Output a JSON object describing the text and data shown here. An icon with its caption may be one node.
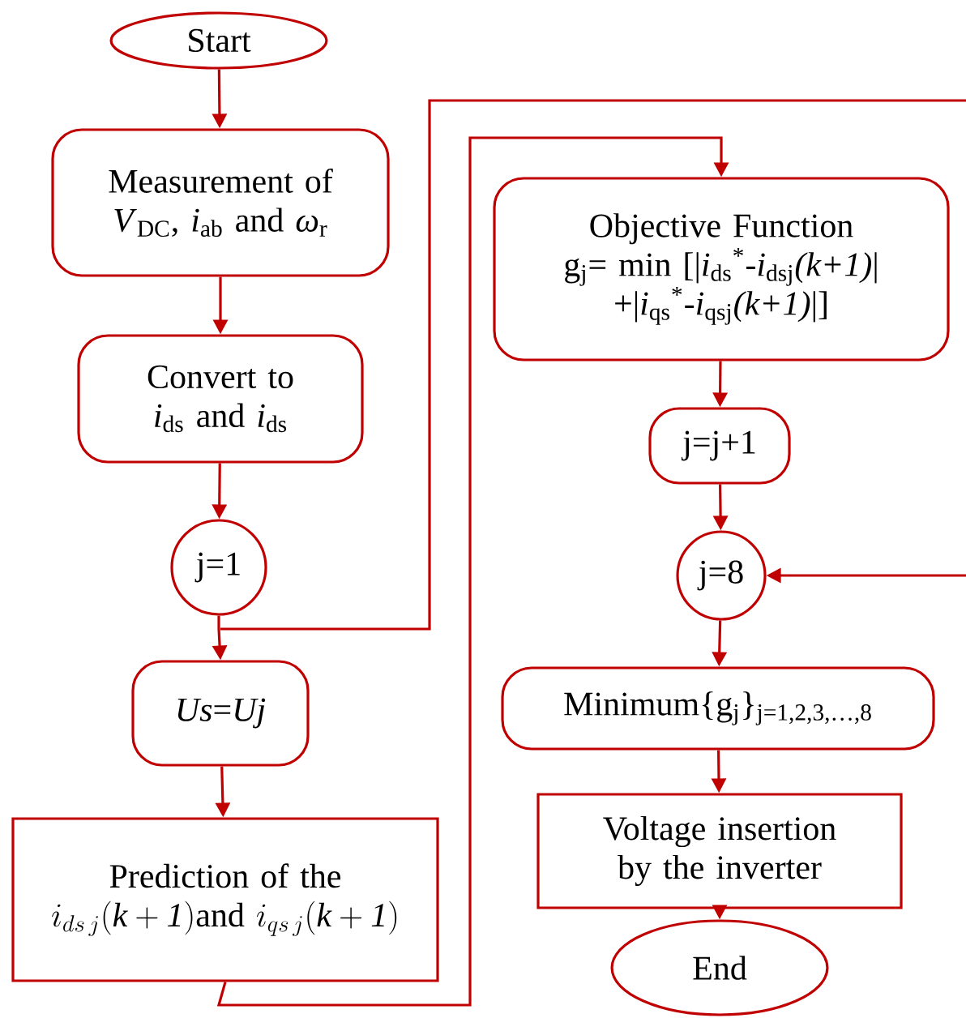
{
  "diagram": {
    "nodes": [
      {
        "text": [
          "Start"
        ]
      },
      {
        "text": [
          "Measurement of *V*$_{DC}$, *i*$_{ab}$ and *ω*$_{r}$"
        ]
      },
      {
        "text": [
          "Convert to *i*$_{ds}$ and *i*$_{ds}$"
        ]
      },
      {
        "text": [
          "j=1"
        ]
      },
      {
        "text": [
          "*Us*=*Uj*"
        ]
      },
      {
        "text": [
          "\\mbox{Prediction of the}\\allowbreak\\ i_{ds\\,j}\\mathit{(k+1)}\\mbox{and }i_{qs\\,j}\\mathit{(k+1)}"
        ]
      },
      {
        "text": [
          "Objective Function",
          "g$_{j}$= min [|*i*$_{ds}$$^{*}$-*i*$_{dsj}$*(k+1)*| +|*i*$_{qs}$$^{*}$-*i*$_{qsj}$*(k+1)*|]"
        ]
      },
      {
        "text": [
          "j=j+1"
        ]
      },
      {
        "text": [
          "j=8"
        ]
      },
      {
        "text": [
          "Minimum{g$_{j}$}$_{j=1,2,3,…,8}$"
        ]
      },
      {
        "text": [
          "Voltage insertion by the inverter"
        ]
      },
      {
        "text": [
          "End"
        ]
      }
    ],
    "edges": [
      {
        "from": 0,
        "to": 1,
        "arrow": "to"
      },
      {
        "from": 1,
        "to": 2,
        "arrow": "to"
      },
      {
        "from": 2,
        "to": 3,
        "arrow": "to"
      },
      {
        "from": 3,
        "to": 4,
        "arrow": "to"
      },
      {
        "from": null,
        "to": 4,
        "arrow": "to"
      },
      {
        "from": 4,
        "to": 5,
        "arrow": "to"
      },
      {
        "from": 5,
        "to": 6,
        "arrow": "to"
      },
      {
        "from": 6,
        "to": 7,
        "arrow": "to"
      },
      {
        "from": 7,
        "to": 8,
        "arrow": "to"
      },
      {
        "from": null,
        "to": 8,
        "arrow": "to"
      },
      {
        "from": 8,
        "to": 9,
        "arrow": "to"
      },
      {
        "from": 9,
        "to": 10,
        "arrow": "to"
      },
      {
        "from": 10,
        "to": 11,
        "arrow": "to"
      }
    ]
  }
}
